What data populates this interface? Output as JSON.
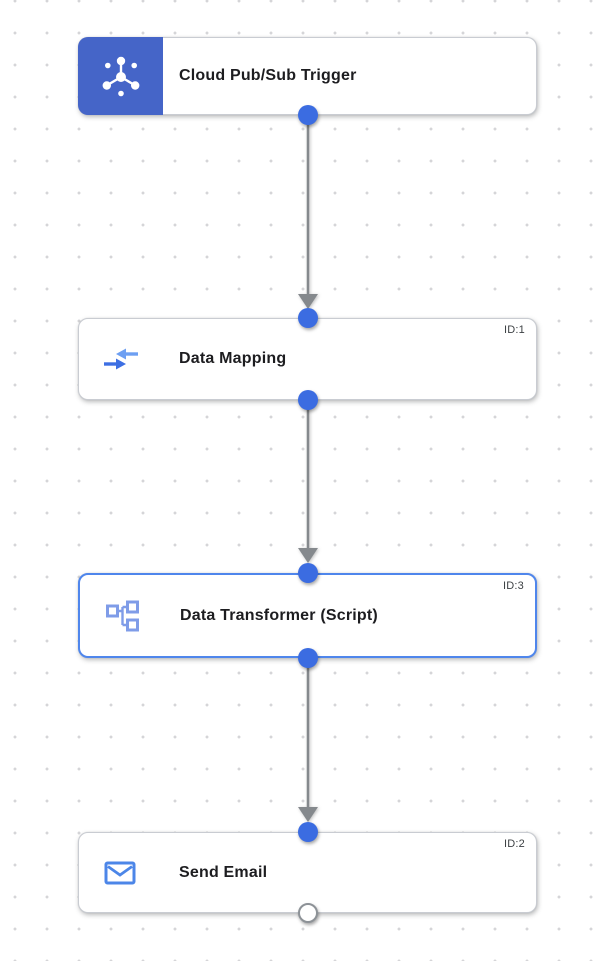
{
  "app": {
    "view": "integration-flow-canvas"
  },
  "colors": {
    "canvas_background": "#ffffff",
    "grid_dot": "#d5d5d8",
    "trigger_block_blue": "#4565c8",
    "port_blue": "#3b6ce1",
    "open_port_border_gray": "#8d9297",
    "connector_gray": "#85898d",
    "selected_node_border_blue": "#4f86ec",
    "node_border_gray": "#c9ccd2",
    "label_black": "#1d1d20",
    "icon_blue": "#4c86e8",
    "icon_light_blue": "#7f9ce8",
    "icon_mapping_dark": "#3d6fe3",
    "icon_mapping_light": "#6d9ff2"
  },
  "nodes": [
    {
      "label": "Cloud Pub/Sub Trigger",
      "id_label": "",
      "kind": "trigger",
      "icon": "pubsub-icon",
      "selected": false
    },
    {
      "label": "Data Mapping",
      "id_label": "ID:1",
      "kind": "task",
      "icon": "data-mapping-icon",
      "selected": false
    },
    {
      "label": "Data Transformer (Script)",
      "id_label": "ID:3",
      "kind": "task",
      "icon": "data-transformer-icon",
      "selected": true
    },
    {
      "label": "Send Email",
      "id_label": "ID:2",
      "kind": "task",
      "icon": "email-icon",
      "selected": false
    }
  ],
  "edges": [
    {
      "from": "Cloud Pub/Sub Trigger",
      "to": "Data Mapping"
    },
    {
      "from": "Data Mapping",
      "to": "Data Transformer (Script)"
    },
    {
      "from": "Data Transformer (Script)",
      "to": "Send Email"
    }
  ],
  "ports": {
    "connected_fill": "blue",
    "unconnected_bottom_port_node": "Send Email"
  }
}
